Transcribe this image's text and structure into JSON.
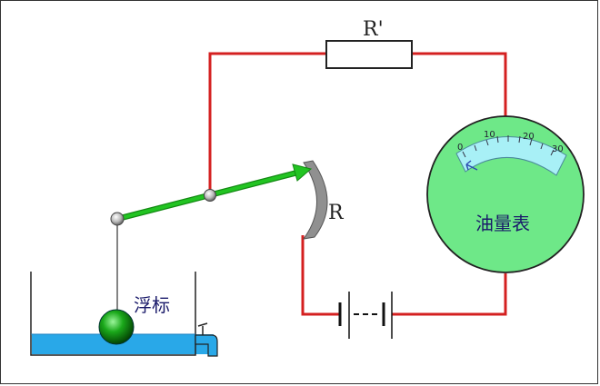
{
  "labels": {
    "fixed_resistor": "R'",
    "variable_resistor": "R",
    "float": "浮标",
    "gauge": "油量表"
  },
  "gauge_scale": {
    "ticks": [
      "0",
      "10",
      "20",
      "30"
    ]
  },
  "colors": {
    "wire": "#d42020",
    "lever": "#22c422",
    "water": "#29a8e8",
    "gauge_face": "#6ee888",
    "scale_band": "#a8f0f6",
    "float_ball": "#0a8a0a",
    "resistor_arc": "#909090",
    "text": "#1a1a6a"
  },
  "icons": {
    "lever_arrow": "arrow-head-icon",
    "battery": "battery-icon",
    "faucet": "faucet-icon",
    "pointer": "gauge-needle-icon"
  }
}
